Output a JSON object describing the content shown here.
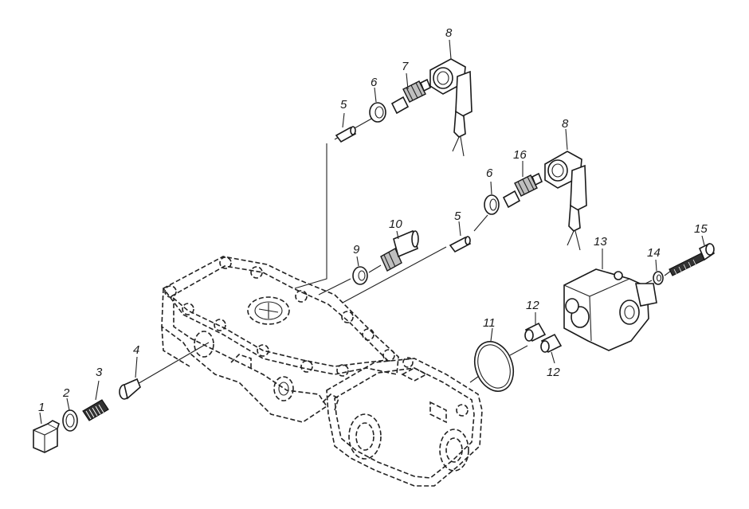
{
  "callouts": [
    {
      "id": "1",
      "text": "1"
    },
    {
      "id": "2",
      "text": "2"
    },
    {
      "id": "3",
      "text": "3"
    },
    {
      "id": "4",
      "text": "4"
    },
    {
      "id": "5a",
      "text": "5"
    },
    {
      "id": "5b",
      "text": "5"
    },
    {
      "id": "6a",
      "text": "6"
    },
    {
      "id": "6b",
      "text": "6"
    },
    {
      "id": "7",
      "text": "7"
    },
    {
      "id": "8a",
      "text": "8"
    },
    {
      "id": "8b",
      "text": "8"
    },
    {
      "id": "9",
      "text": "9"
    },
    {
      "id": "10",
      "text": "10"
    },
    {
      "id": "11",
      "text": "11"
    },
    {
      "id": "12a",
      "text": "12"
    },
    {
      "id": "12b",
      "text": "12"
    },
    {
      "id": "13",
      "text": "13"
    },
    {
      "id": "14",
      "text": "14"
    },
    {
      "id": "15",
      "text": "15"
    },
    {
      "id": "16",
      "text": "16"
    }
  ]
}
